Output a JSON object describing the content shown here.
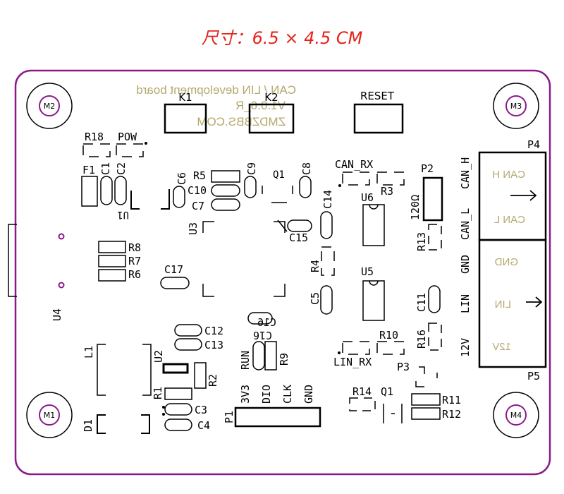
{
  "title": "尺寸：6.5 × 4.5 CM",
  "colors": {
    "outline": "#8a1a8a",
    "silk": "#000000",
    "title": "#e5231b",
    "mirror": "#b5a86e"
  },
  "board": {
    "mirror_text": [
      "CAN / LIN development board",
      "V1.0.6_R",
      "ZMDZBBS.COM"
    ],
    "mounting_holes": [
      "M2",
      "M3",
      "M1",
      "M4"
    ],
    "buttons": {
      "k1": "K1",
      "k2": "K2",
      "reset": "RESET"
    },
    "ports": {
      "p4": "P4",
      "p5": "P5",
      "p2": "P2",
      "p3": "P3",
      "p1": "P1"
    },
    "resistor_120": "120Ω",
    "connector_labels": {
      "can_h": "CAN_H",
      "can_l": "CAN_L",
      "gnd": "GND",
      "lin": "LIN",
      "v12": "12V"
    },
    "mirror_connector_labels": {
      "can_h": "CAN H",
      "can_l": "CAN L",
      "gnd": "GND",
      "lin": "LIN",
      "v12": "12V"
    },
    "p1_pins": [
      "3V3",
      "DIO",
      "CLK",
      "GND"
    ],
    "designators": {
      "r18": "R18",
      "pow": "POW",
      "f1": "F1",
      "c1": "C1",
      "c2": "C2",
      "u1": "U1",
      "c6": "C6",
      "r5": "R5",
      "c10": "C10",
      "c7": "C7",
      "c9": "C9",
      "q1top": "Q1",
      "c8": "C8",
      "can_rx": "CAN_RX",
      "r3": "R3",
      "u6": "U6",
      "c14": "C14",
      "c15": "C15",
      "u3": "U3",
      "r8": "R8",
      "r7": "R7",
      "r6": "R6",
      "r13": "R13",
      "c17": "C17",
      "r4": "R4",
      "u5": "U5",
      "c5": "C5",
      "c11": "C11",
      "u4": "U4",
      "c12": "C12",
      "c13": "C13",
      "c16": "C16",
      "c16m": "C16",
      "run": "RUN",
      "r9": "R9",
      "r10": "R10",
      "r16": "R16",
      "lin_rx": "LIN_RX",
      "l1": "L1",
      "u2": "U2",
      "r2": "R2",
      "r1": "R1",
      "c3": "C3",
      "c4": "C4",
      "d1": "D1",
      "r14": "R14",
      "q1": "Q1",
      "r11": "R11",
      "r12": "R12"
    }
  }
}
